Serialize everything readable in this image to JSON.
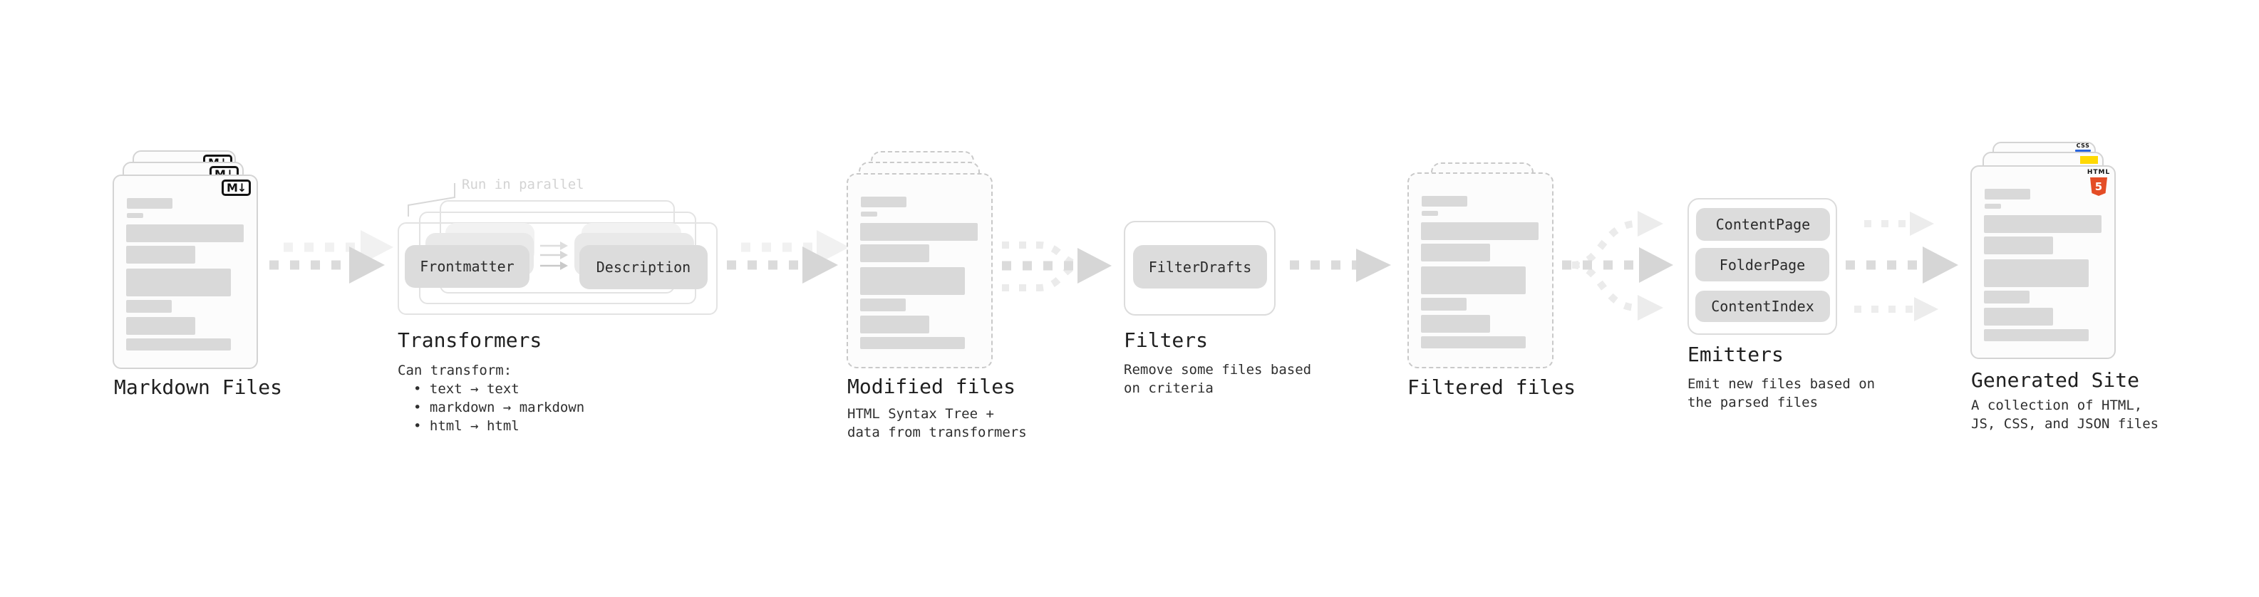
{
  "markdown": {
    "title": "Markdown Files",
    "icon": "M↓"
  },
  "transformers": {
    "title": "Transformers",
    "callout": "Run in parallel",
    "chip_left": "Frontmatter",
    "chip_right": "Description",
    "note_heading": "Can transform:",
    "bullets": [
      "• text → text",
      "• markdown → markdown",
      "• html → html"
    ]
  },
  "modified": {
    "title": "Modified files",
    "sub1": "HTML Syntax Tree +",
    "sub2": "data from transformers"
  },
  "filters": {
    "title": "Filters",
    "chip": "FilterDrafts",
    "sub1": "Remove some files based",
    "sub2": "on criteria"
  },
  "filtered": {
    "title": "Filtered files"
  },
  "emitters": {
    "title": "Emitters",
    "chips": [
      "ContentPage",
      "FolderPage",
      "ContentIndex"
    ],
    "sub1": "Emit new files based on",
    "sub2": "the parsed files"
  },
  "generated": {
    "title": "Generated Site",
    "sub1": "A collection of HTML,",
    "sub2": "JS, CSS, and JSON files",
    "html5_label": "HTML",
    "html5_number": "5",
    "css_label": "CSS"
  },
  "colors": {
    "html5_orange": "#e44d26",
    "js_yellow": "#ffd903",
    "css_blue": "#2864dc",
    "arrow_gray": "#d6d6d6",
    "ghost_arrow_gray": "#f1f1f1",
    "chip_gray": "#dcdcdc",
    "placeholder_gray": "#d9d9d9"
  }
}
